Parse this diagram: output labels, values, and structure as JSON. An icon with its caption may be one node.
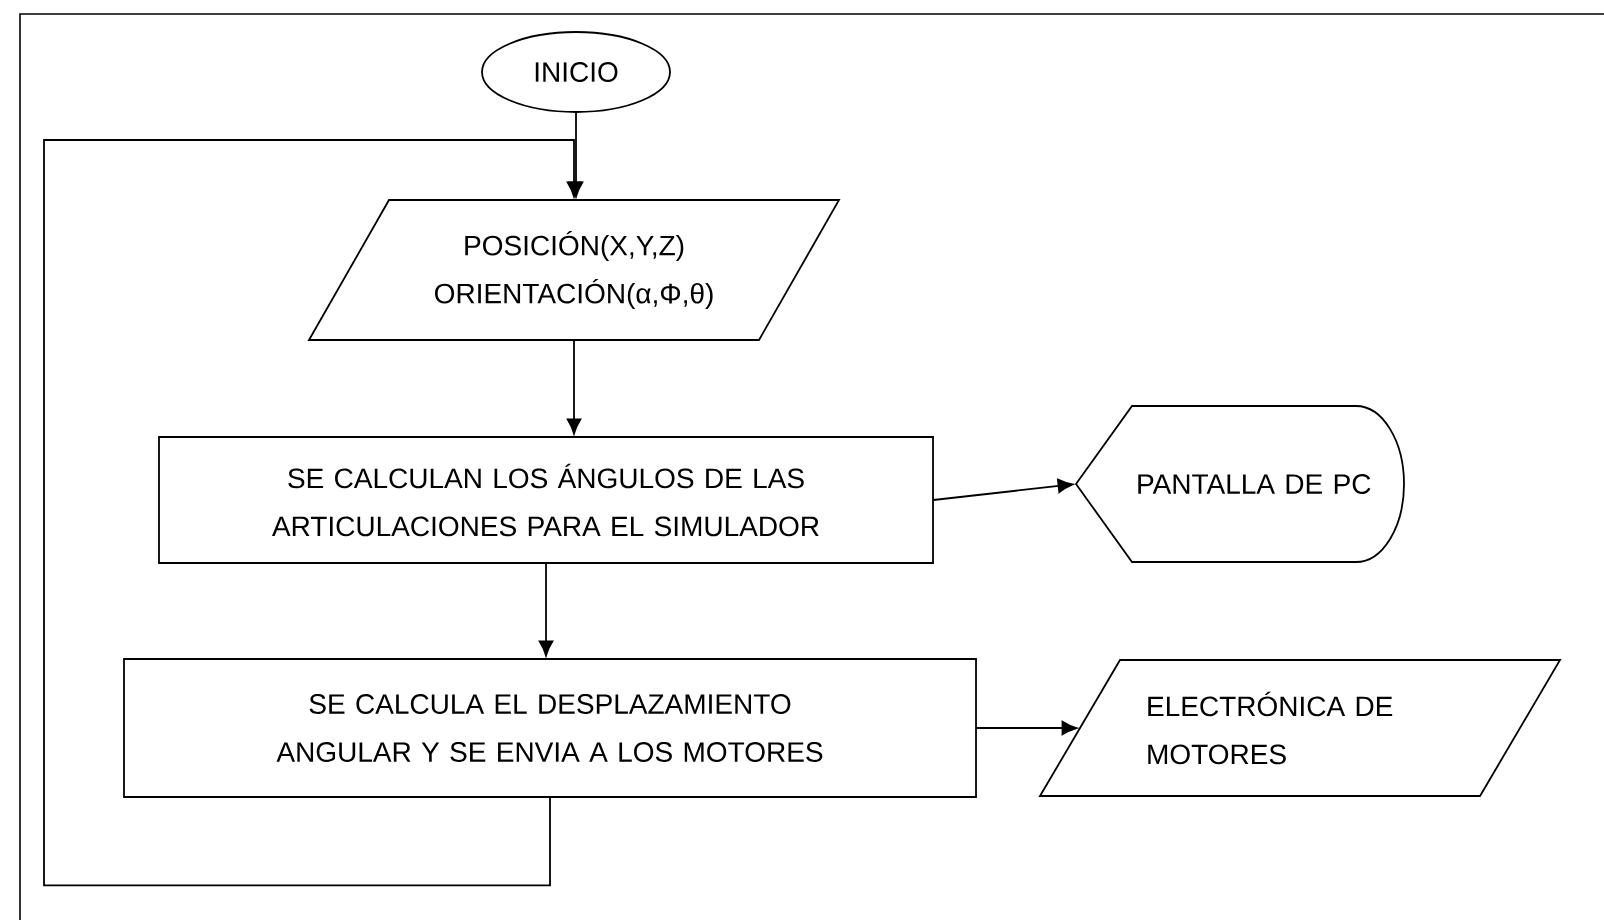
{
  "diagram": {
    "nodes": [
      {
        "text": [
          "INICIO"
        ]
      },
      {
        "text": [
          "POSICIÓN(X,Y,Z) ORIENTACIÓN(α,Φ,θ)"
        ]
      },
      {
        "text": [
          "SE CALCULAN LOS ÁNGULOS DE LAS ARTICULACIONES PARA EL SIMULADOR"
        ]
      },
      {
        "text": [
          "PANTALLA DE PC"
        ]
      },
      {
        "text": [
          "SE CALCULA EL DESPLAZAMIENTO ANGULAR Y SE ENVIA A LOS MOTORES"
        ]
      },
      {
        "text": [
          "ELECTRÓNICA DE MOTORES"
        ]
      }
    ],
    "edges": [
      {
        "from": 0,
        "to": 1,
        "arrow": "to"
      },
      {
        "from": 1,
        "to": 2,
        "arrow": "to"
      },
      {
        "from": 2,
        "to": 3,
        "arrow": "to"
      },
      {
        "from": 2,
        "to": 4,
        "arrow": "to"
      },
      {
        "from": 4,
        "to": 5,
        "arrow": "to"
      },
      {
        "from": 4,
        "to": 1,
        "arrow": "to"
      }
    ]
  }
}
